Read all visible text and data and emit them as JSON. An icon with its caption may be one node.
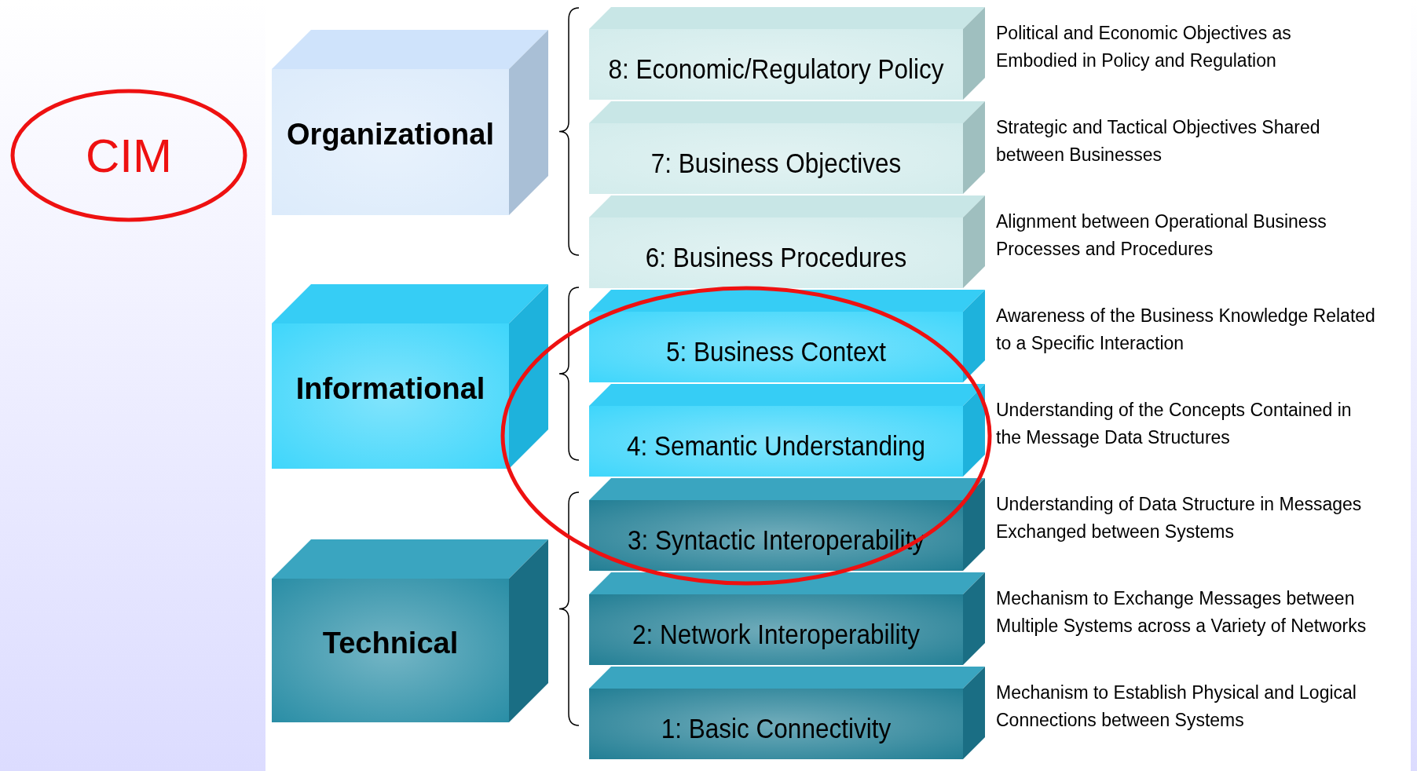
{
  "diagram": {
    "nodes": [
      {
        "text": [
          "CIM"
        ]
      },
      {
        "text": [
          "Organizational"
        ]
      },
      {
        "text": [
          "8: Economic/Regulatory Policy"
        ],
        "beside": [
          "Political and Economic Objectives as Embodied in Policy and Regulation"
        ]
      },
      {
        "text": [
          "7: Business Objectives"
        ],
        "beside": [
          "Strategic and Tactical Objectives Shared between Businesses"
        ]
      },
      {
        "text": [
          "6: Business Procedures"
        ],
        "beside": [
          "Alignment between Operational Business Processes and Procedures"
        ]
      },
      {
        "text": [
          "Informational"
        ]
      },
      {
        "text": [
          "5: Business Context"
        ],
        "beside": [
          "Awareness of the Business Knowledge Related to a Specific Interaction"
        ]
      },
      {
        "text": [
          "4: Semantic Understanding"
        ],
        "beside": [
          "Understanding of the Concepts Contained in the Message Data Structures"
        ]
      },
      {
        "text": [
          "Technical"
        ]
      },
      {
        "text": [
          "3: Syntactic Interoperability"
        ],
        "beside": [
          "Understanding of Data Structure in Messages Exchanged between Systems"
        ]
      },
      {
        "text": [
          "2: Network Interoperability"
        ],
        "beside": [
          "Mechanism to Exchange Messages between Multiple Systems across a Variety of Networks"
        ]
      },
      {
        "text": [
          "1: Basic Connectivity"
        ],
        "beside": [
          "Mechanism to Establish Physical and Logical Connections between Systems"
        ]
      }
    ],
    "edges": []
  }
}
